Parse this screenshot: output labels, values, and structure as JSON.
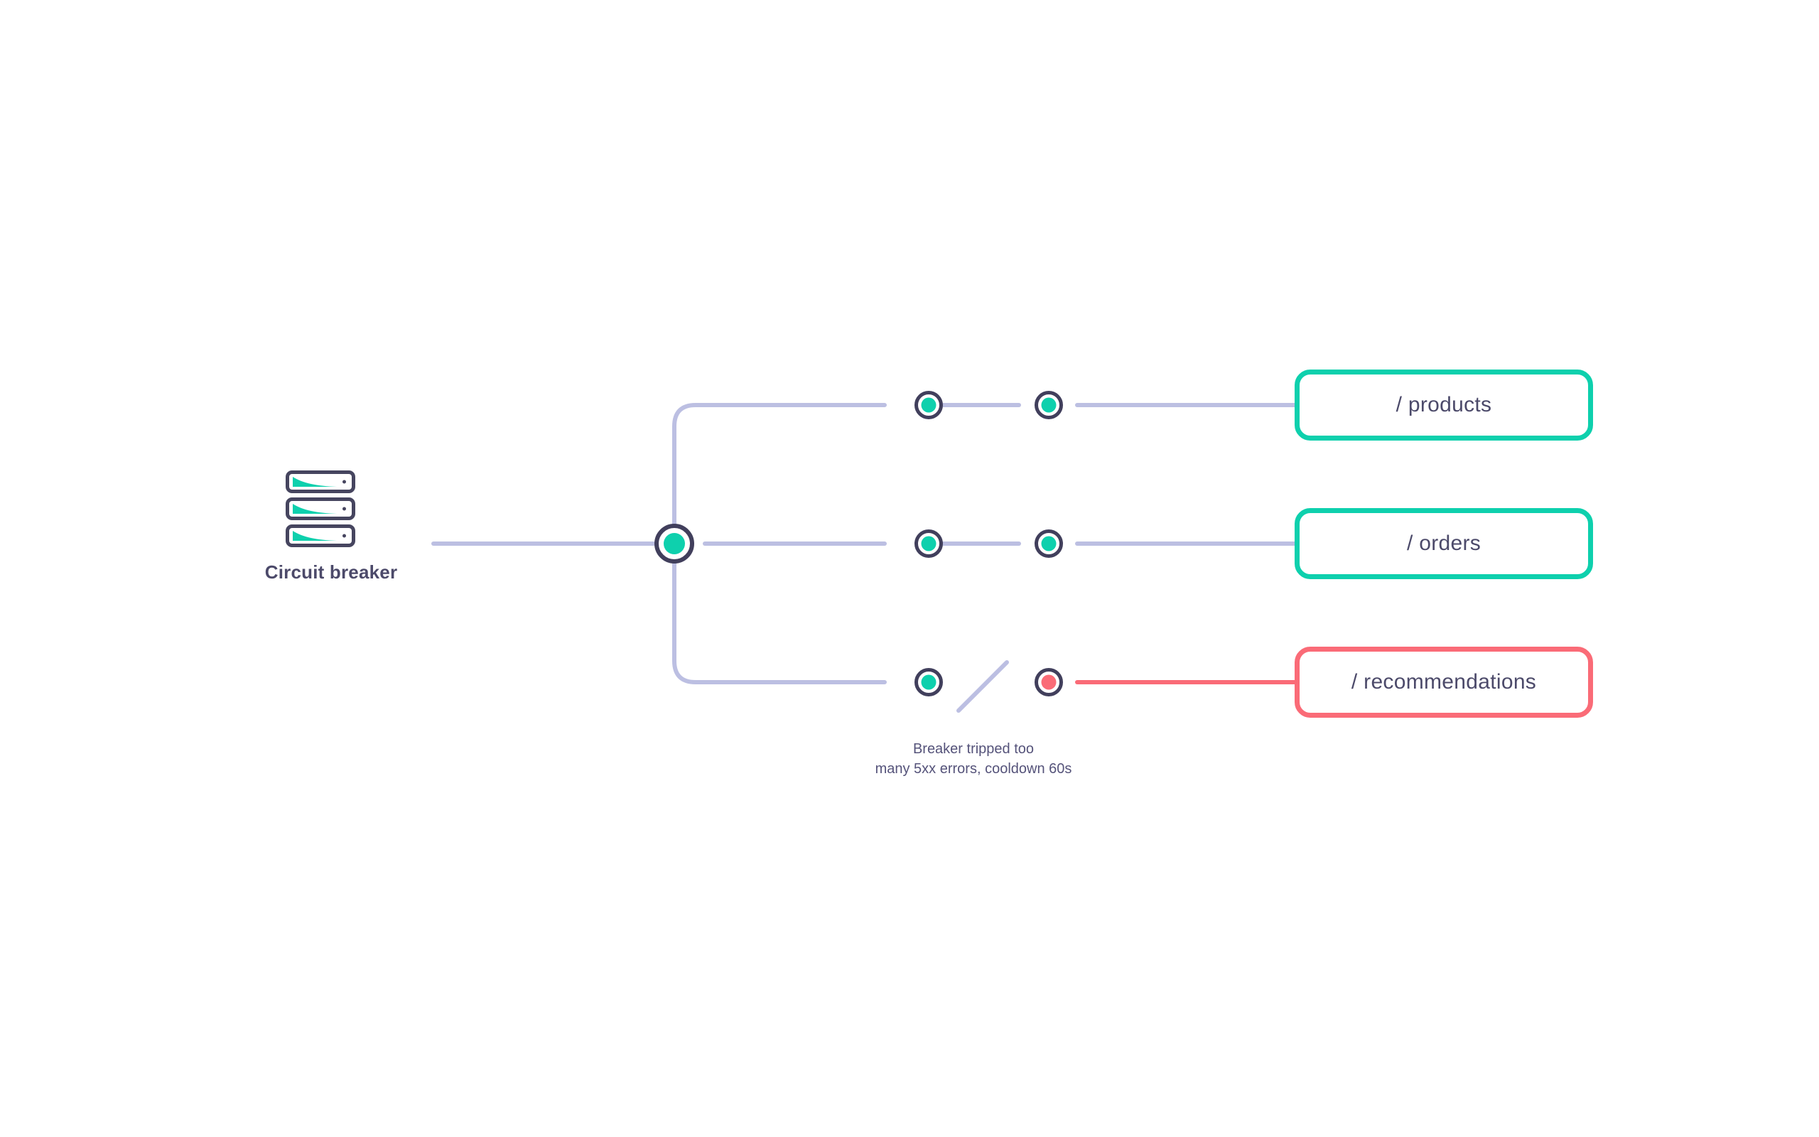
{
  "diagram": {
    "type": "circuit-breaker-routing",
    "background": "#ffffff",
    "source": {
      "label": "Circuit breaker",
      "icon": "server-stack-icon",
      "slot_count": 3
    },
    "hub": {
      "name": "breaker-hub-node",
      "state": "healthy"
    },
    "branches": [
      {
        "id": "products",
        "endpoint_label": "/ products",
        "status": "healthy",
        "link_state": "connected",
        "nodes": [
          {
            "state": "healthy"
          },
          {
            "state": "healthy"
          }
        ]
      },
      {
        "id": "orders",
        "endpoint_label": "/ orders",
        "status": "healthy",
        "link_state": "connected",
        "nodes": [
          {
            "state": "healthy"
          },
          {
            "state": "healthy"
          }
        ]
      },
      {
        "id": "recommendations",
        "endpoint_label": "/ recommendations",
        "status": "failed",
        "link_state": "broken",
        "nodes": [
          {
            "state": "healthy"
          },
          {
            "state": "failed"
          }
        ]
      }
    ],
    "annotation": {
      "line1": "Breaker tripped too",
      "line2": "many 5xx errors, cooldown 60s"
    },
    "colors": {
      "healthy": "#0ed0ad",
      "failed": "#fa6b77",
      "node_ring": "#413f5c",
      "wire": "#bcbfe2",
      "text": "#4c4a6a",
      "caption_text": "#55537a",
      "surface": "#ffffff"
    }
  }
}
